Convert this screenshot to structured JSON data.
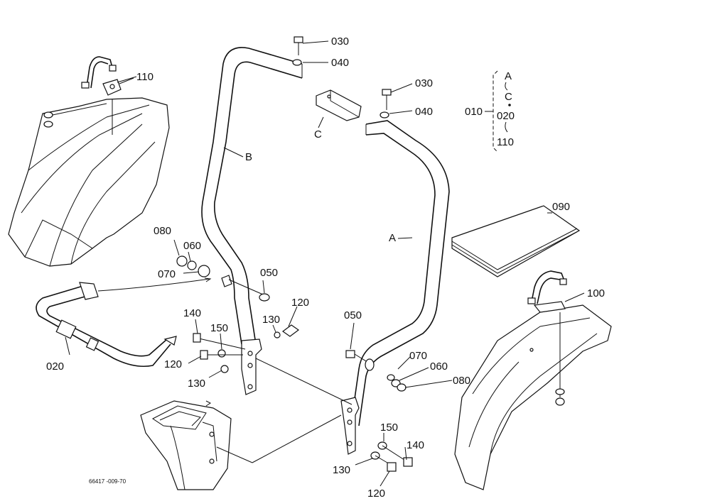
{
  "diagram": {
    "drawing_number": "66417 -009-70",
    "callouts": {
      "c030a": "030",
      "c040a": "040",
      "c030b": "030",
      "c040b": "040",
      "c110": "110",
      "c100": "100",
      "c090": "090",
      "cB": "B",
      "cA": "A",
      "cC": "C",
      "c080l": "080",
      "c060l": "060",
      "c070l": "070",
      "c050l": "050",
      "c120r": "120",
      "c130m": "130",
      "c140l": "140",
      "c150l": "150",
      "c120l": "120",
      "c130l": "130",
      "c020": "020",
      "c050r": "050",
      "c070r": "070",
      "c060r": "060",
      "c080r": "080",
      "c150r": "150",
      "c140r": "140",
      "c130r": "130",
      "c120b": "120"
    },
    "legend": {
      "a": "A",
      "c": "C",
      "assy": "010",
      "p020": "020",
      "p110": "110"
    }
  }
}
